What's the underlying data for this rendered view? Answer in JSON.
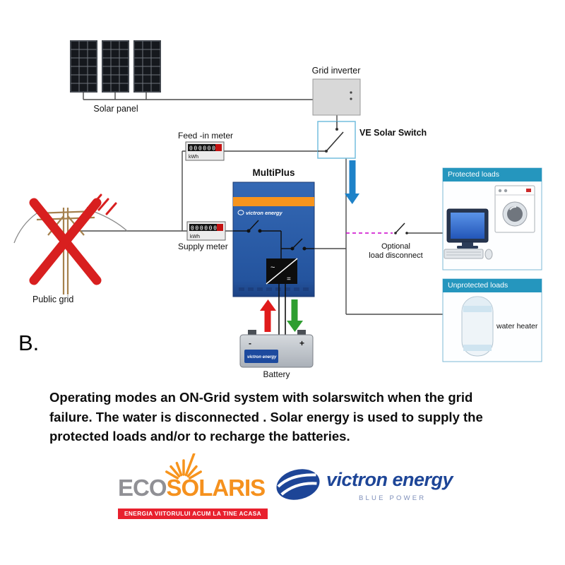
{
  "diagram": {
    "section_label": "B.",
    "meter_digits": "000000",
    "labels": {
      "solar_panel": "Solar panel",
      "grid_inverter": "Grid inverter",
      "ve_solar_switch": "VE Solar Switch",
      "feed_in_meter": "Feed -in meter",
      "supply_meter": "Supply meter",
      "kwh": "kWh",
      "multiplus": "MultiPlus",
      "victron_brand_small": "victron energy",
      "public_grid": "Public grid",
      "optional_line1": "Optional",
      "optional_line2": "load disconnect",
      "protected_loads": "Protected loads",
      "unprotected_loads": "Unprotected loads",
      "water_heater": "water heater",
      "battery": "Battery",
      "battery_minus": "-",
      "battery_plus": "+"
    },
    "colors": {
      "victron_blue": "#24549e",
      "orange_stripe": "#f7941d",
      "flow_arrow_blue": "#1e82c8",
      "charge_arrow_red": "#e01b1b",
      "discharge_arrow_green": "#2f9e31",
      "optional_link_magenta": "#cc00cc",
      "loads_header_blue": "#2596be",
      "grid_failure_red": "#d81f1f"
    }
  },
  "caption": {
    "lines": [
      "Operating modes an ON-Grid system with solarswitch when the grid",
      "failure. The water is disconnected . Solar energy is used to supply the",
      "protected loads and/or to recharge the batteries."
    ]
  },
  "logos": {
    "ecosolaris": {
      "eco": "ECO",
      "solaris": "SOLARIS",
      "tagline": "ENERGIA VIITORULUI ACUM LA TINE ACASA"
    },
    "victron": {
      "name": "victron energy",
      "subtitle": "BLUE POWER"
    }
  }
}
